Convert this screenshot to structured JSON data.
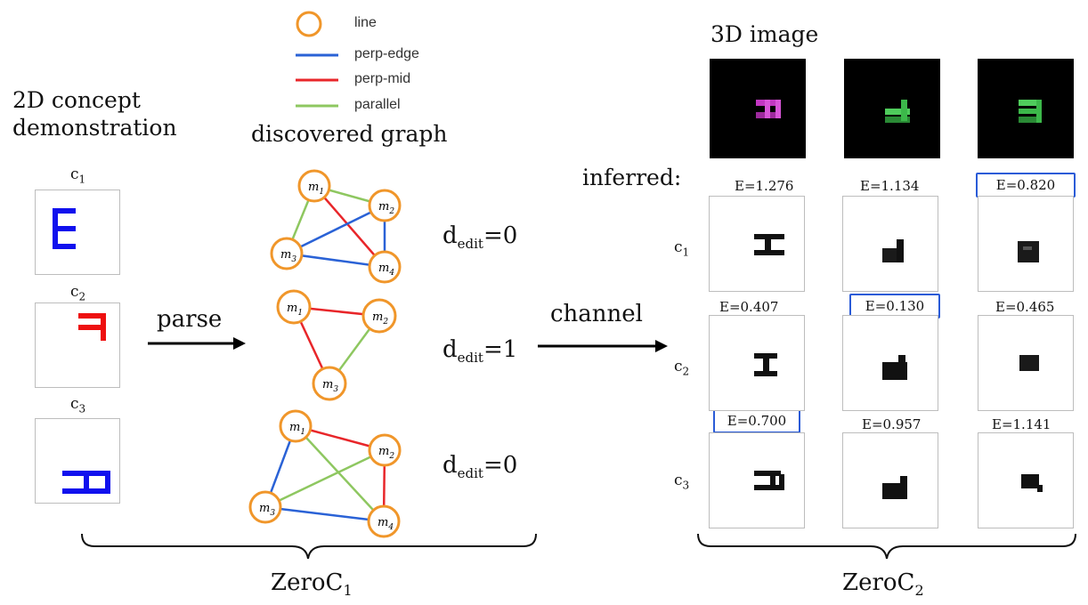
{
  "legend": {
    "items": [
      {
        "label": "line",
        "color": "#f0962a"
      },
      {
        "label": "perp-edge",
        "color": "#2a62d6"
      },
      {
        "label": "perp-mid",
        "color": "#e8262a"
      },
      {
        "label": "parallel",
        "color": "#8ec760"
      }
    ]
  },
  "headings": {
    "concept_demo_line1": "2D concept",
    "concept_demo_line2": "demonstration",
    "discovered_graph": "discovered graph",
    "image_3d": "3D image",
    "inferred": "inferred:"
  },
  "concepts": [
    {
      "label": "c",
      "sub": "1",
      "glyph": "E",
      "color": "#1010ee"
    },
    {
      "label": "c",
      "sub": "2",
      "glyph": "┅",
      "color": "#ee1010"
    },
    {
      "label": "c",
      "sub": "3",
      "glyph": "H",
      "color": "#1010ee"
    }
  ],
  "arrows": {
    "parse": "parse",
    "channel": "channel"
  },
  "graphs": [
    {
      "dedit_d": "d",
      "dedit_sub": "edit",
      "dedit_val": "=0",
      "nodes": [
        "m",
        "m",
        "m",
        "m"
      ],
      "node_subs": [
        "1",
        "2",
        "3",
        "4"
      ]
    },
    {
      "dedit_d": "d",
      "dedit_sub": "edit",
      "dedit_val": "=1",
      "nodes": [
        "m",
        "m",
        "m"
      ],
      "node_subs": [
        "1",
        "2",
        "3"
      ]
    },
    {
      "dedit_d": "d",
      "dedit_sub": "edit",
      "dedit_val": "=0",
      "nodes": [
        "m",
        "m",
        "m",
        "m"
      ],
      "node_subs": [
        "1",
        "2",
        "3",
        "4"
      ]
    }
  ],
  "row_labels": [
    {
      "label": "c",
      "sub": "1"
    },
    {
      "label": "c",
      "sub": "2"
    },
    {
      "label": "c",
      "sub": "3"
    }
  ],
  "energies": [
    [
      {
        "text": "E=1.276",
        "selected": false
      },
      {
        "text": "E=1.134",
        "selected": false
      },
      {
        "text": "E=0.820",
        "selected": true
      }
    ],
    [
      {
        "text": "E=0.407",
        "selected": false
      },
      {
        "text": "E=0.130",
        "selected": true
      },
      {
        "text": "E=0.465",
        "selected": false
      }
    ],
    [
      {
        "text": "E=0.700",
        "selected": true
      },
      {
        "text": "E=0.957",
        "selected": false
      },
      {
        "text": "E=1.141",
        "selected": false
      }
    ]
  ],
  "render_colors": [
    "#c237c2",
    "#3cb84a",
    "#3cb84a"
  ],
  "footers": {
    "left": "ZeroC",
    "left_sub": "1",
    "right": "ZeroC",
    "right_sub": "2"
  },
  "colors": {
    "node_border": "#f0962a",
    "selection": "#2a5bd7"
  }
}
